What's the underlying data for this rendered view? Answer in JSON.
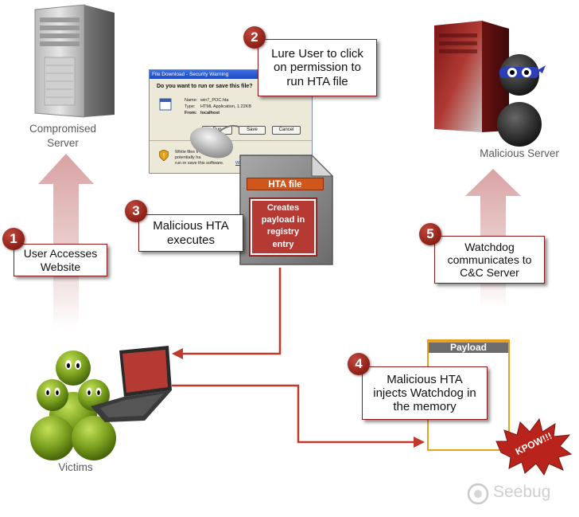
{
  "captions": {
    "compromised_server": "Compromised\nServer",
    "malicious_server": "Malicious Server",
    "victims": "Victims"
  },
  "steps": [
    {
      "number": "1",
      "text": "User Accesses\nWebsite"
    },
    {
      "number": "2",
      "text": "Lure User to click\non permission to\nrun HTA file"
    },
    {
      "number": "3",
      "text": "Malicious HTA\nexecutes"
    },
    {
      "number": "4",
      "text": "Malicious HTA\ninjects Watchdog in\nthe memory"
    },
    {
      "number": "5",
      "text": "Watchdog\ncommunicates to\nC&C Server"
    }
  ],
  "hta": {
    "label": "HTA file",
    "body": "Creates\npayload in\nregistry\nentry"
  },
  "payload": {
    "label": "Payload",
    "burst": "KPOW!!!"
  },
  "dialog": {
    "title": "File Download - Security Warning",
    "question": "Do you want to run or save this file?",
    "name_label": "Name:",
    "name_value": "win7_POC.hta",
    "type_label": "Type:",
    "type_value": "HTML Application, 1.22KB",
    "from_label": "From:",
    "from_value": "localhost",
    "run": "Run",
    "save": "Save",
    "cancel": "Cancel",
    "warning_1": "While files fr",
    "warning_2": "potentially ha",
    "warning_3": "run or save this software.",
    "warning_link": "What's"
  },
  "watermark": "Seebug",
  "colors": {
    "accent_red": "#8b1f16",
    "arrow_red": "#c0392b",
    "hta_orange": "#d0571c",
    "payload_orange": "#e8a11e"
  }
}
